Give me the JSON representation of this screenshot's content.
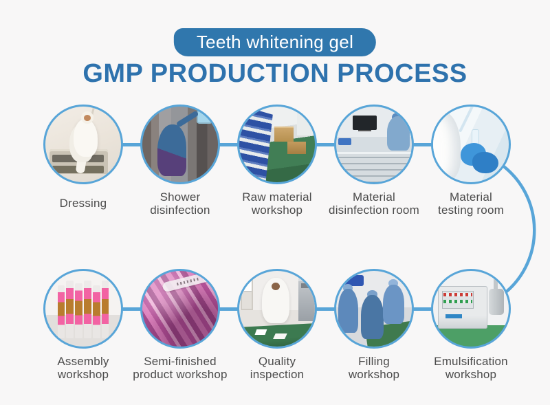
{
  "banner": {
    "label": "Teeth whitening gel"
  },
  "title": {
    "text": "GMP PRODUCTION PROCESS"
  },
  "colors": {
    "page_bg": "#f8f7f7",
    "banner_bg": "#3077ad",
    "banner_text": "#ffffff",
    "title_blue": "#2e72ad",
    "line_blue": "#58a5d8",
    "label_gray": "#4b4b4b"
  },
  "process": {
    "row1": [
      {
        "photo": "dressing",
        "label": [
          "Dressing"
        ]
      },
      {
        "photo": "shower-disinfection",
        "label": [
          "Shower",
          "disinfection"
        ]
      },
      {
        "photo": "raw-material-workshop",
        "label": [
          "Raw material",
          "workshop"
        ]
      },
      {
        "photo": "material-disinfection-room",
        "label": [
          "Material",
          "disinfection room"
        ]
      },
      {
        "photo": "material-testing-room",
        "label": [
          "Material",
          "testing room"
        ]
      }
    ],
    "row2": [
      {
        "photo": "assembly-workshop",
        "label": [
          "Assembly",
          "workshop"
        ]
      },
      {
        "photo": "semi-finished-product-workshop",
        "label": [
          "Semi-finished",
          "product workshop"
        ]
      },
      {
        "photo": "quality-inspection",
        "label": [
          "Quality",
          "inspection"
        ]
      },
      {
        "photo": "filling-workshop",
        "label": [
          "Filling",
          "workshop"
        ]
      },
      {
        "photo": "emulsification-workshop",
        "label": [
          "Emulsification",
          "workshop"
        ]
      }
    ]
  }
}
